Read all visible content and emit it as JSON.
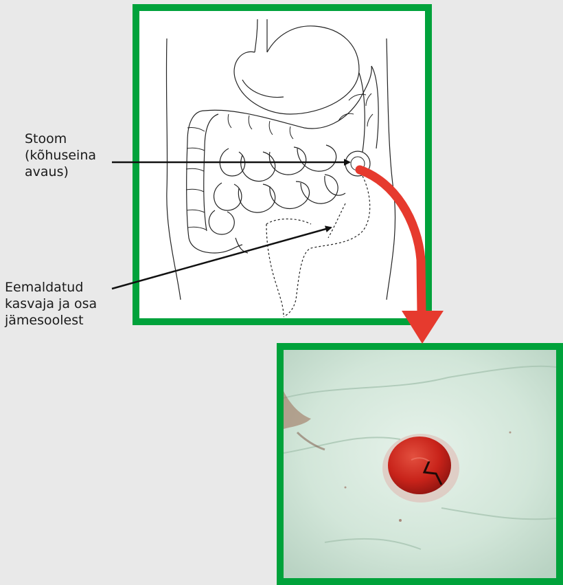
{
  "labels": {
    "stoma": "Stoom\n(kõhuseina\navaus)",
    "removed": "Eemaldatud\nkasvaja ja osa\njämesoolest"
  },
  "colors": {
    "frame_border": "#00a23b",
    "background": "#e9e9e9",
    "pointer_arrow": "#e63a2e",
    "leader_line": "#111111",
    "stoma_tissue": "#c8231a"
  },
  "icons": {
    "anatomy": "digestive-tract-line-drawing",
    "photo": "abdominal-stoma-photo"
  }
}
